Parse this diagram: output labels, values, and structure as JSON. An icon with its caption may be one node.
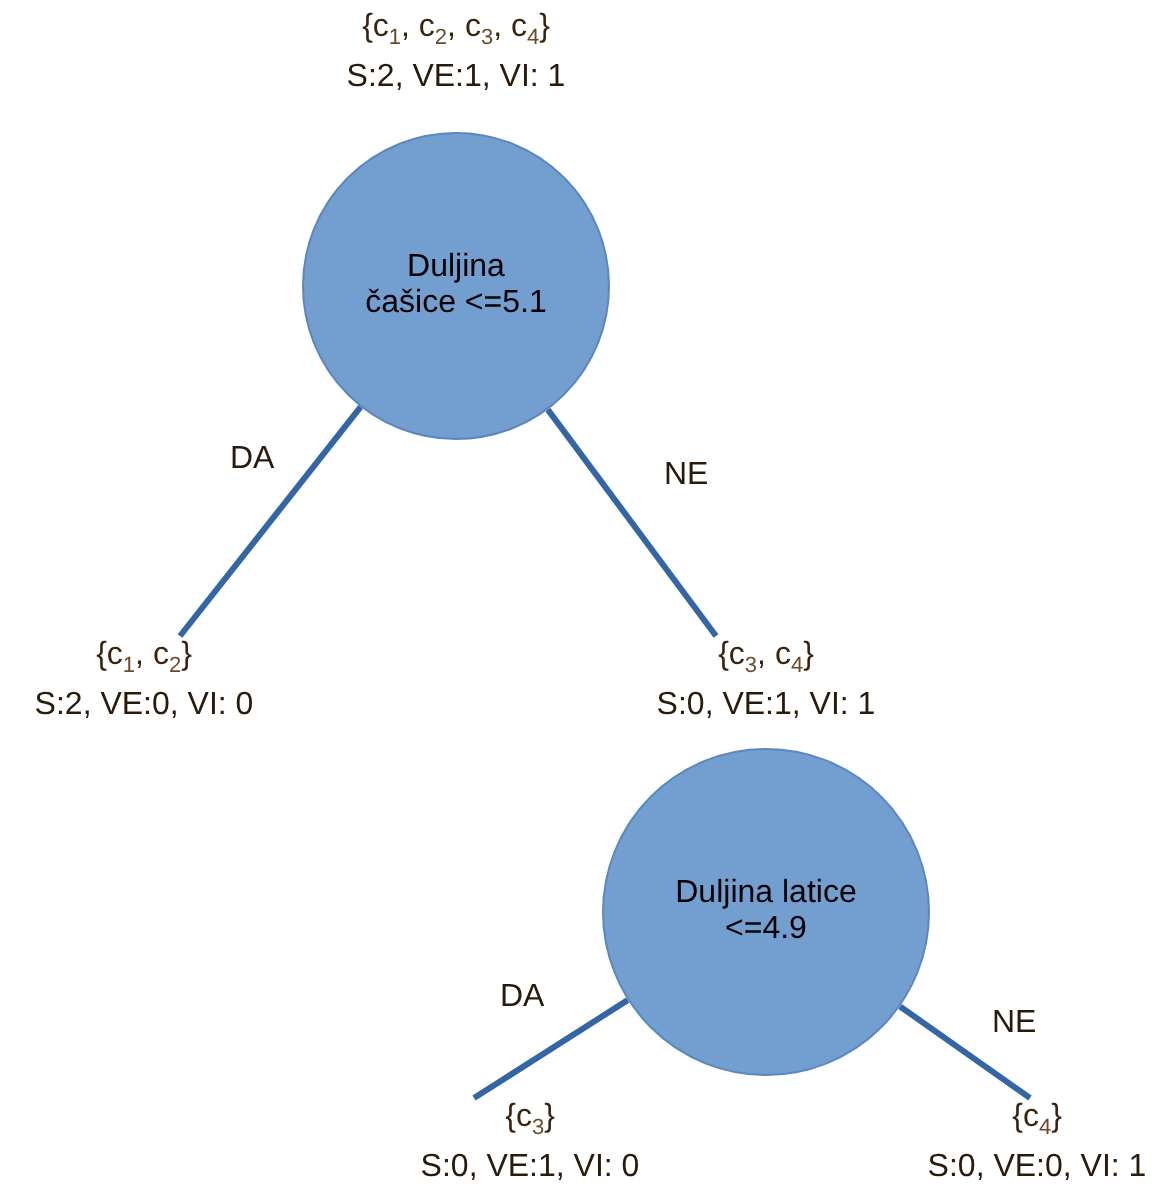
{
  "diagram": {
    "nodes": [
      {
        "text": [
          "Duljina čašice <=5.1"
        ],
        "beside": [
          "{c$_{1}$, c$_{2}$, c$_{3}$, c$_{4}$}",
          "S:2, VE:1, VI: 1"
        ]
      },
      {
        "text": [
          "{c$_{1}$, c$_{2}$}",
          "S:2, VE:0, VI: 0"
        ]
      },
      {
        "text": [
          "Duljina latice <=4.9"
        ],
        "beside": [
          "{c$_{3}$, c$_{4}$}",
          "S:0, VE:1, VI: 1"
        ]
      },
      {
        "text": [
          "{c$_{3}$}",
          "S:0, VE:1, VI: 0"
        ]
      },
      {
        "text": [
          "{c$_{4}$}",
          "S:0, VE:0, VI: 1"
        ]
      }
    ],
    "edges": [
      {
        "from": 0,
        "to": 1,
        "arrow": "none",
        "label": "DA"
      },
      {
        "from": 0,
        "to": 2,
        "arrow": "none",
        "label": "NE"
      },
      {
        "from": 2,
        "to": 3,
        "arrow": "none",
        "label": "DA"
      },
      {
        "from": 2,
        "to": 4,
        "arrow": "none",
        "label": "NE"
      }
    ]
  }
}
